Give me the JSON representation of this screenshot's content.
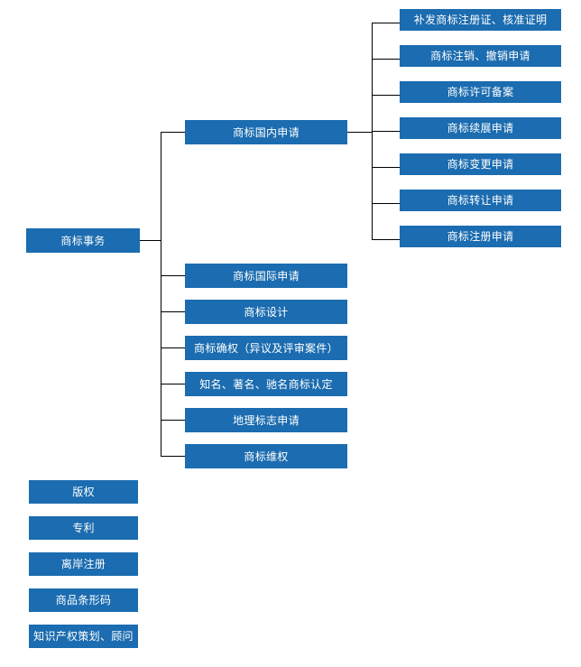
{
  "diagram": {
    "type": "tree",
    "title": "商标事务",
    "root": {
      "label": "商标事务"
    },
    "level2": [
      {
        "label": "商标国内申请"
      },
      {
        "label": "商标国际申请"
      },
      {
        "label": "商标设计"
      },
      {
        "label": "商标确权（异议及评审案件）"
      },
      {
        "label": "知名、著名、驰名商标认定"
      },
      {
        "label": "地理标志申请"
      },
      {
        "label": "商标维权"
      }
    ],
    "level3": [
      {
        "label": "补发商标注册证、核准证明"
      },
      {
        "label": "商标注销、撤销申请"
      },
      {
        "label": "商标许可备案"
      },
      {
        "label": "商标续展申请"
      },
      {
        "label": "商标变更申请"
      },
      {
        "label": "商标转让申请"
      },
      {
        "label": "商标注册申请"
      }
    ],
    "aside": [
      {
        "label": "版权"
      },
      {
        "label": "专利"
      },
      {
        "label": "离岸注册"
      },
      {
        "label": "商品条形码"
      },
      {
        "label": "知识产权策划、顾问"
      }
    ],
    "colors": {
      "node_fill": "#1b6cb0",
      "node_text": "#ffffff",
      "connector": "#000000",
      "background": "#ffffff"
    }
  }
}
